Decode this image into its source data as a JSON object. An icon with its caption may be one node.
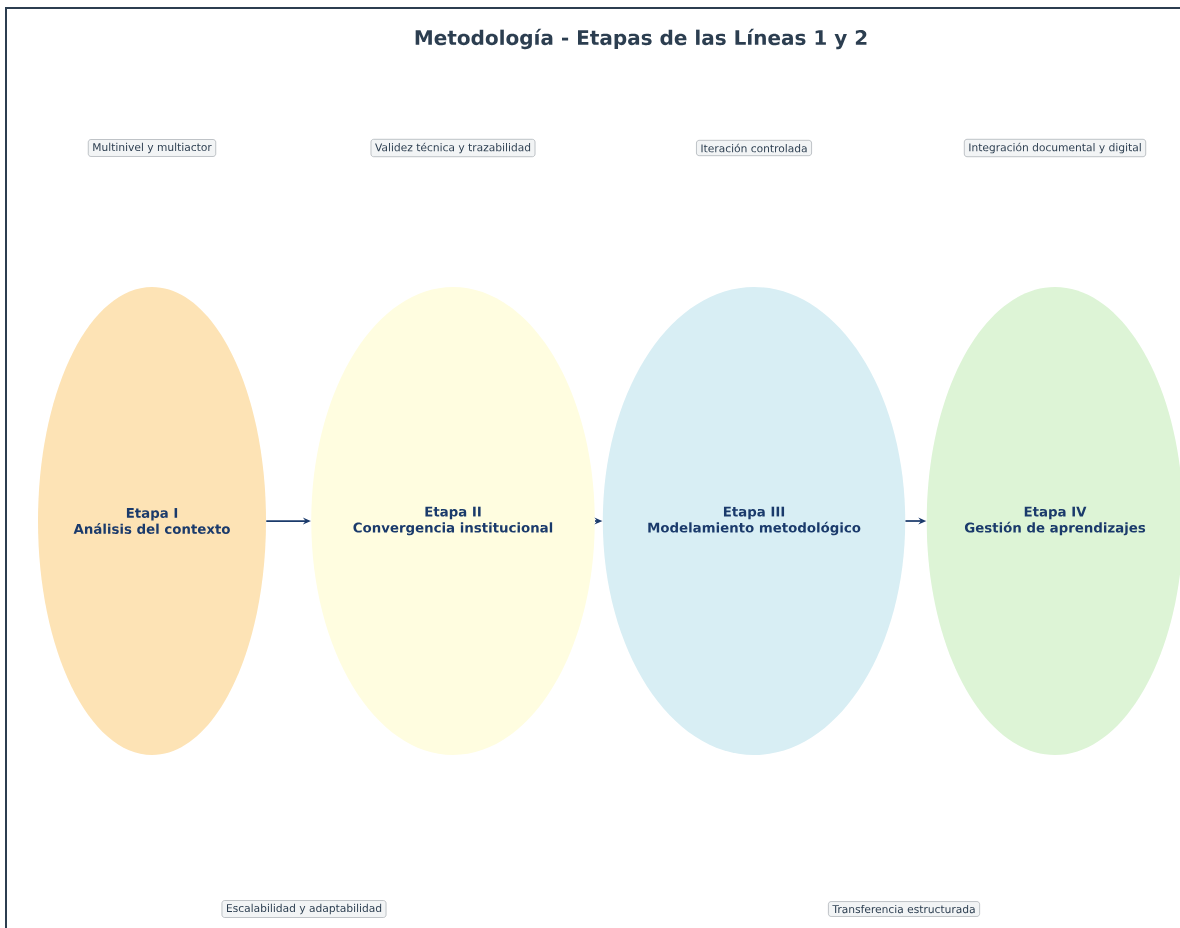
{
  "diagram": {
    "title": "Metodología - Etapas de las Líneas 1 y 2",
    "nodes": [
      {
        "text": [
          "Multinivel y multiactor"
        ]
      },
      {
        "text": [
          "Validez técnica y trazabilidad"
        ]
      },
      {
        "text": [
          "Iteración controlada"
        ]
      },
      {
        "text": [
          "Integración documental y digital"
        ]
      },
      {
        "text": [
          "Etapa I",
          "Análisis del contexto"
        ]
      },
      {
        "text": [
          "Etapa II",
          "Convergencia institucional"
        ]
      },
      {
        "text": [
          "Etapa III",
          "Modelamiento metodológico"
        ]
      },
      {
        "text": [
          "Etapa IV",
          "Gestión de aprendizajes"
        ]
      },
      {
        "text": [
          "Escalabilidad y adaptabilidad"
        ]
      },
      {
        "text": [
          "Transferencia estructurada"
        ]
      }
    ],
    "edges": [
      {
        "from": 4,
        "to": 5,
        "arrow": "to"
      },
      {
        "from": 5,
        "to": 6,
        "arrow": "to"
      },
      {
        "from": 6,
        "to": 7,
        "arrow": "to"
      }
    ]
  }
}
